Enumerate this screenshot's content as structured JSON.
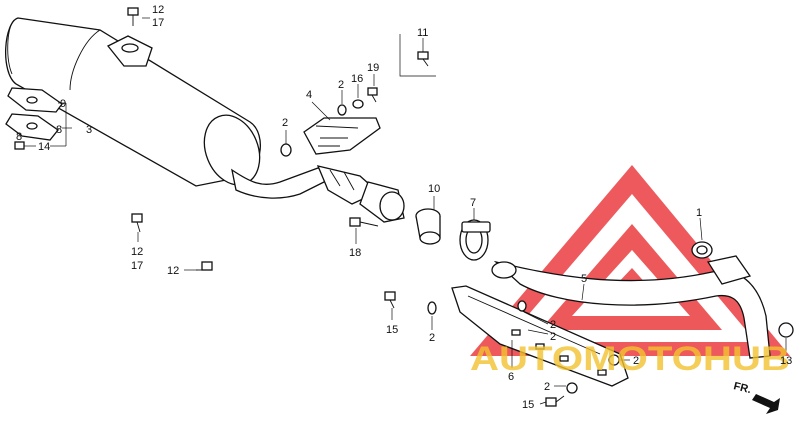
{
  "diagram": {
    "callouts": [
      {
        "id": "c-12a",
        "text": "12"
      },
      {
        "id": "c-17a",
        "text": "17"
      },
      {
        "id": "c-9",
        "text": "9"
      },
      {
        "id": "c-8a",
        "text": "8"
      },
      {
        "id": "c-3",
        "text": "3"
      },
      {
        "id": "c-8b",
        "text": "8"
      },
      {
        "id": "c-14",
        "text": "14"
      },
      {
        "id": "c-11",
        "text": "11"
      },
      {
        "id": "c-4",
        "text": "4"
      },
      {
        "id": "c-2a",
        "text": "2"
      },
      {
        "id": "c-16",
        "text": "16"
      },
      {
        "id": "c-19",
        "text": "19"
      },
      {
        "id": "c-2b",
        "text": "2"
      },
      {
        "id": "c-10",
        "text": "10"
      },
      {
        "id": "c-7",
        "text": "7"
      },
      {
        "id": "c-1",
        "text": "1"
      },
      {
        "id": "c-5",
        "text": "5"
      },
      {
        "id": "c-12b",
        "text": "12"
      },
      {
        "id": "c-17b",
        "text": "17"
      },
      {
        "id": "c-12c",
        "text": "12"
      },
      {
        "id": "c-18",
        "text": "18"
      },
      {
        "id": "c-15a",
        "text": "15"
      },
      {
        "id": "c-2c",
        "text": "2"
      },
      {
        "id": "c-2d",
        "text": "2"
      },
      {
        "id": "c-2e",
        "text": "2"
      },
      {
        "id": "c-6",
        "text": "6"
      },
      {
        "id": "c-2f",
        "text": "2"
      },
      {
        "id": "c-2g",
        "text": "2"
      },
      {
        "id": "c-15b",
        "text": "15"
      },
      {
        "id": "c-13",
        "text": "13"
      }
    ],
    "direction_label": "FR.",
    "watermark": "AUTOMOTOHUB",
    "watermark_colors": {
      "accent": "#e8272a",
      "gold": "#f2c230",
      "gray": "#b9b9b9"
    }
  }
}
